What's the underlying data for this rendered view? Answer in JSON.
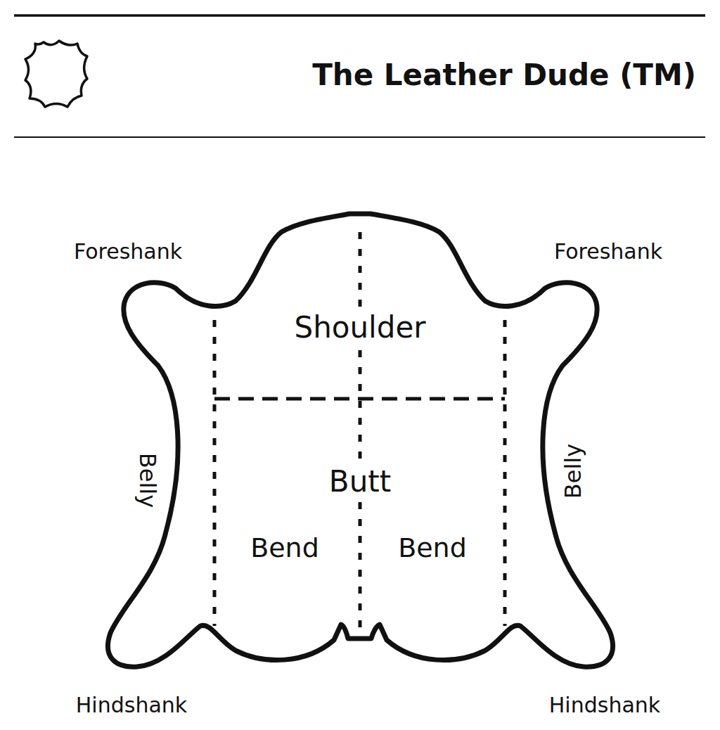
{
  "diagram": {
    "title": "The Leather Dude (TM)",
    "labels": [
      "Foreshank",
      "Foreshank",
      "Shoulder",
      "Belly",
      "Butt",
      "Belly",
      "Bend",
      "Bend",
      "Hindshank",
      "Hindshank"
    ]
  }
}
